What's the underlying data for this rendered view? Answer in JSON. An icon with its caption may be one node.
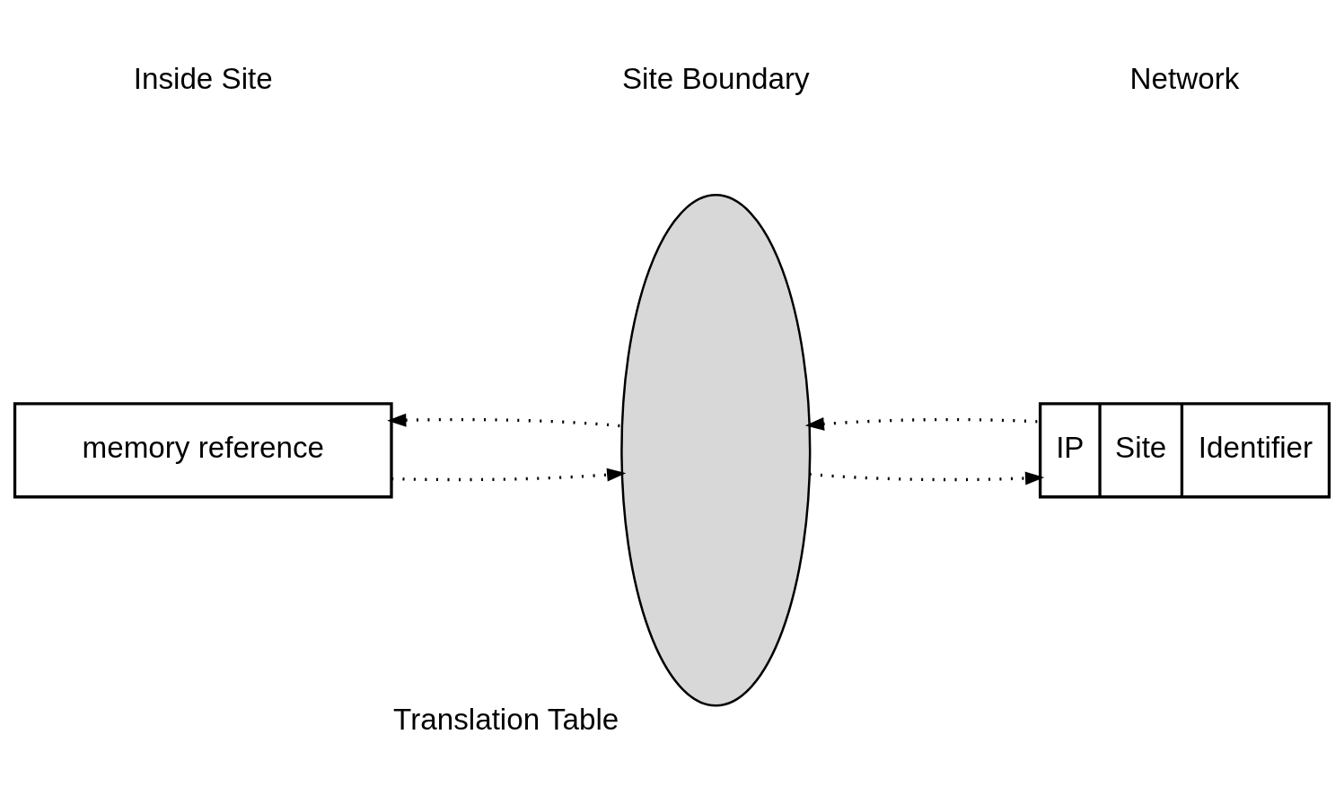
{
  "diagram": {
    "nodes": [
      {
        "text": [
          "memory reference"
        ]
      },
      {
        "text": [
          "Translation Table"
        ]
      },
      {
        "text": [
          "IP",
          "Site",
          "Identifier"
        ]
      }
    ],
    "edges": [
      {
        "from": 0,
        "to": 1,
        "arrow": "to",
        "style": "dashed"
      },
      {
        "from": 1,
        "to": 0,
        "arrow": "to",
        "style": "dashed"
      },
      {
        "from": 1,
        "to": 2,
        "arrow": "to",
        "style": "dashed"
      },
      {
        "from": 2,
        "to": 1,
        "arrow": "to",
        "style": "dashed"
      }
    ],
    "labels": [
      "Site Boundary",
      "Inside Site",
      "Network"
    ]
  }
}
